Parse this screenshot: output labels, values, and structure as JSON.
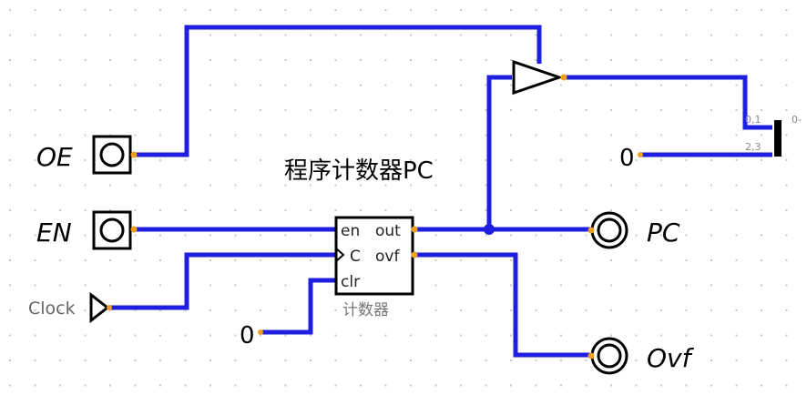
{
  "circuit": {
    "title": "程序计数器PC",
    "inputs": {
      "oe": "OE",
      "en": "EN",
      "clock": "Clock"
    },
    "outputs": {
      "pc": "PC",
      "ovf": "Ovf"
    },
    "constants": {
      "splitter_const": "0",
      "clr_const": "0"
    },
    "counter": {
      "pin_en": "en",
      "pin_out": "out",
      "pin_clock": "C",
      "pin_ovf": "ovf",
      "pin_clr": "clr",
      "label": "计数器"
    },
    "splitter": {
      "in_a": "0,1",
      "in_b": "2,3",
      "out": "0-"
    }
  },
  "colors": {
    "wire": "#1f1fe0",
    "port": "#f0a020",
    "grid": "#c8c8c8"
  }
}
